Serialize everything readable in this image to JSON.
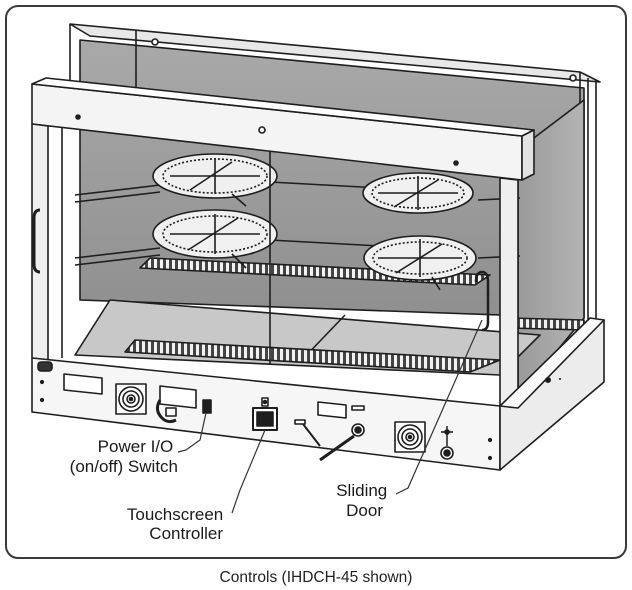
{
  "labels": {
    "power_switch": [
      "Power I/O",
      "(on/off) Switch"
    ],
    "touchscreen": [
      "Touchscreen",
      "Controller"
    ],
    "sliding_door": [
      "Sliding",
      "Door"
    ]
  },
  "caption": "Controls (IHDCH-45 shown)"
}
